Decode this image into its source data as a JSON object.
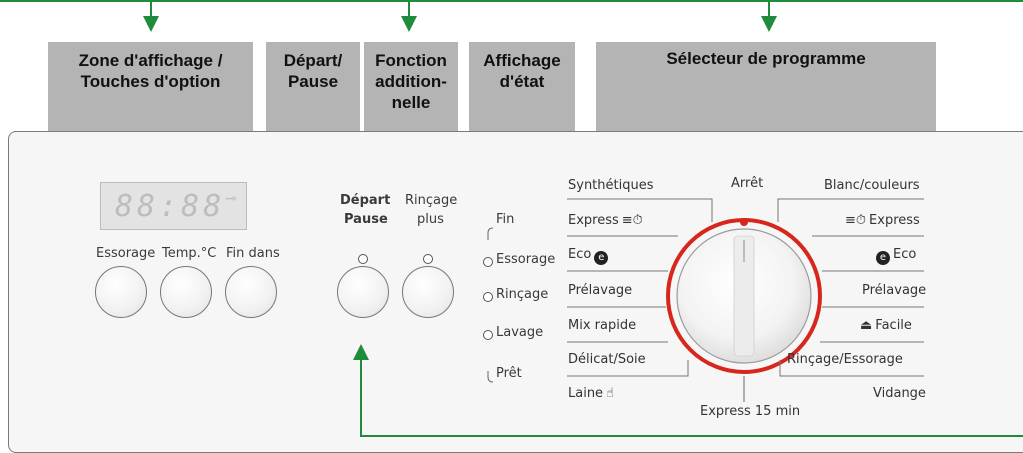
{
  "callouts": [
    {
      "text": "Zone d'affichage /\nTouches d'option"
    },
    {
      "text": "Départ/\nPause"
    },
    {
      "text": "Fonction\naddition-\nnelle"
    },
    {
      "text": "Affichage\nd'état"
    },
    {
      "text": "Sélecteur de programme"
    }
  ],
  "display": {
    "digits": "88:88",
    "key_glyph": "⊸"
  },
  "option_buttons": [
    "Essorage",
    "Temp.°C",
    "Fin dans"
  ],
  "start": {
    "line1": "Départ",
    "line2": "Pause"
  },
  "rinse": {
    "line1": "Rinçage",
    "line2": "plus"
  },
  "status": [
    "Fin",
    "Essorage",
    "Rinçage",
    "Lavage",
    "Prêt"
  ],
  "dial": {
    "top": "Arrêt",
    "bottom": "Express 15 min",
    "left": [
      {
        "label": "Synthétiques",
        "icon": ""
      },
      {
        "label": "Express",
        "icon": "≡⏱"
      },
      {
        "label": "Eco",
        "icon": "eco"
      },
      {
        "label": "Prélavage",
        "icon": ""
      },
      {
        "label": "Mix rapide",
        "icon": ""
      },
      {
        "label": "Délicat/Soie",
        "icon": ""
      },
      {
        "label": "Laine",
        "icon": "wool"
      }
    ],
    "right": [
      {
        "label": "Blanc/couleurs",
        "icon": ""
      },
      {
        "label": "Express",
        "icon": "≡⏱"
      },
      {
        "label": "Eco",
        "icon": "eco"
      },
      {
        "label": "Prélavage",
        "icon": ""
      },
      {
        "label": "Facile",
        "icon": "iron"
      },
      {
        "label": "Rinçage/Essorage",
        "icon": ""
      },
      {
        "label": "Vidange",
        "icon": ""
      }
    ]
  },
  "colors": {
    "arrow": "#1e8c3a",
    "dial_ring": "#d7261e",
    "callout_bg": "#b4b4b4"
  }
}
